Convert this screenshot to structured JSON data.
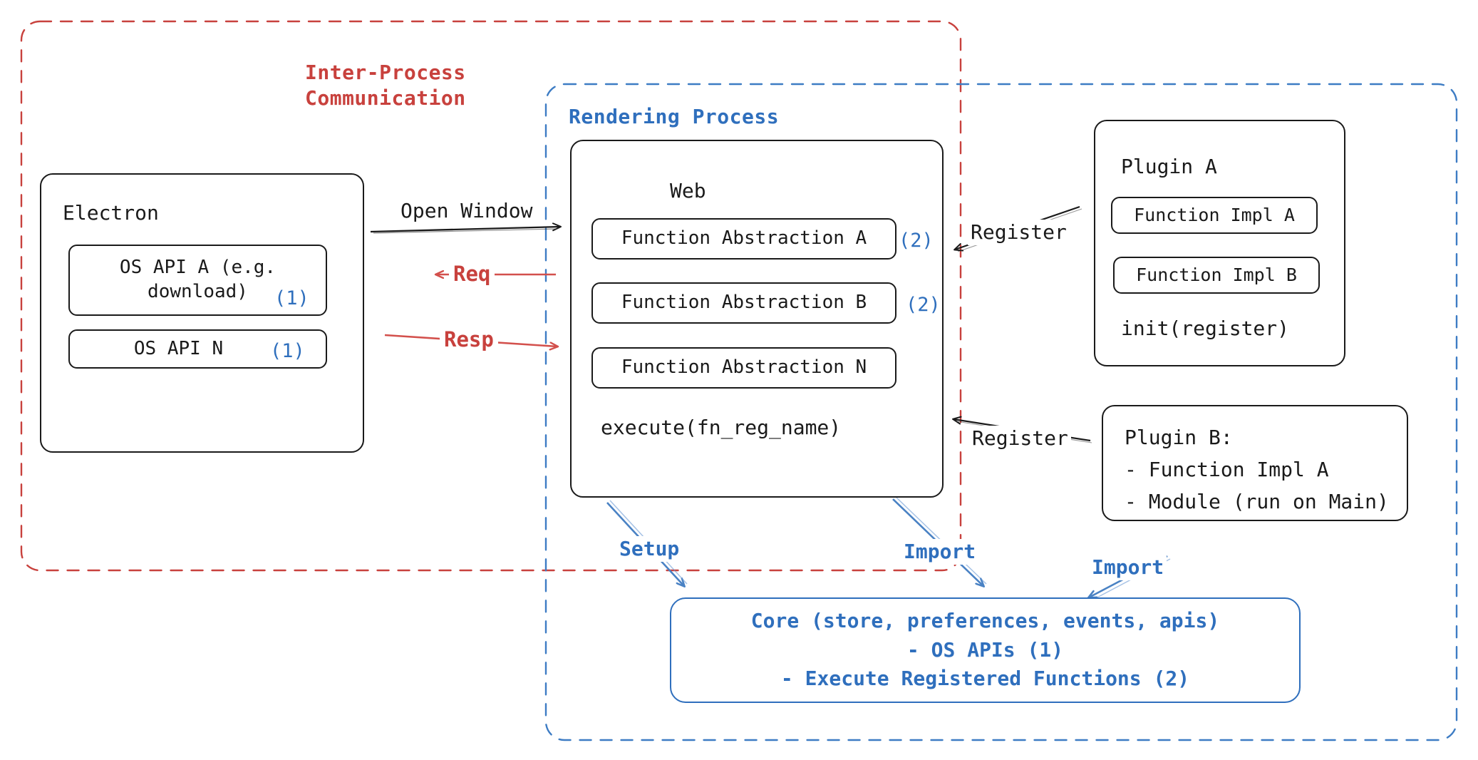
{
  "diagram": {
    "title": "Electron plugin architecture",
    "colors": {
      "red": "#c8413d",
      "blue": "#2f6fbd",
      "black": "#1a1a1a",
      "background": "#ffffff"
    }
  },
  "groups": {
    "ipc": {
      "label": "Inter-Process\nCommunication",
      "color": "#c8413d",
      "style": "dashed"
    },
    "rendering": {
      "label": "Rendering Process",
      "color": "#2f6fbd",
      "style": "dashed"
    }
  },
  "electron": {
    "title": "Electron",
    "apis": [
      {
        "label": "OS API A (e.g.\ndownload)",
        "marker": "(1)"
      },
      {
        "label": "OS API N",
        "marker": "(1)"
      }
    ]
  },
  "web": {
    "title": "Web",
    "abstractions": [
      {
        "label": "Function Abstraction A",
        "marker": "(2)"
      },
      {
        "label": "Function Abstraction B",
        "marker": "(2)"
      },
      {
        "label": "Function Abstraction N",
        "marker": ""
      }
    ],
    "footer": "execute(fn_reg_name)"
  },
  "plugin_a": {
    "title": "Plugin A",
    "functions": [
      "Function Impl A",
      "Function Impl B"
    ],
    "footer": "init(register)"
  },
  "plugin_b": {
    "title": "Plugin B:",
    "items": [
      "- Function Impl A",
      "- Module (run on Main)"
    ]
  },
  "core": {
    "lines": [
      "Core (store, preferences, events, apis)",
      "- OS APIs (1)",
      "- Execute Registered Functions (2)"
    ]
  },
  "edges": {
    "open_window": {
      "label": "Open Window",
      "color": "#1a1a1a"
    },
    "req": {
      "label": "Req",
      "color": "#c8413d"
    },
    "resp": {
      "label": "Resp",
      "color": "#c8413d"
    },
    "register_a": {
      "label": "Register",
      "color": "#1a1a1a"
    },
    "register_b": {
      "label": "Register",
      "color": "#1a1a1a"
    },
    "setup": {
      "label": "Setup",
      "color": "#2f6fbd"
    },
    "import_web": {
      "label": "Import",
      "color": "#2f6fbd"
    },
    "import_plugin_b": {
      "label": "Import",
      "color": "#2f6fbd"
    }
  }
}
